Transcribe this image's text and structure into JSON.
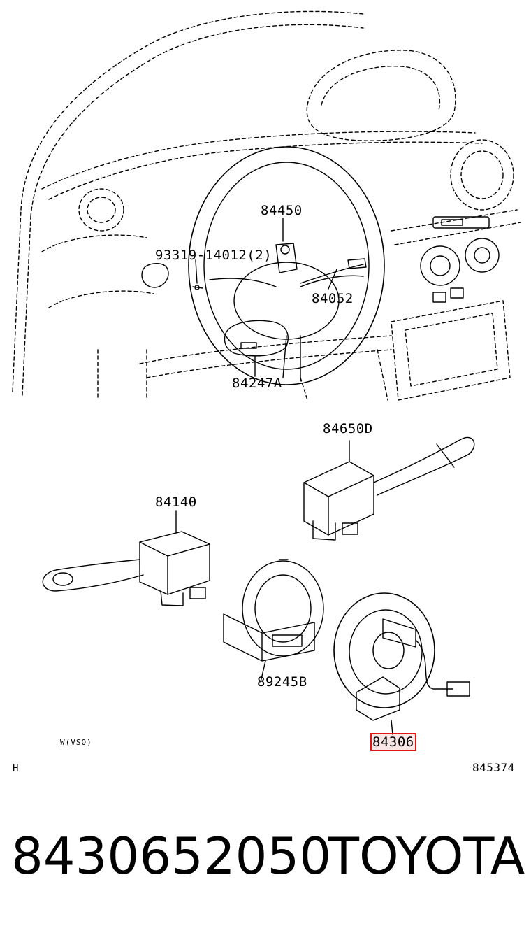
{
  "diagram": {
    "labels": {
      "p84450": "84450",
      "p93319": "93319-14012(2)",
      "p84052": "84052",
      "p84247A": "84247A",
      "p84650D": "84650D",
      "p84140": "84140",
      "p89245B": "89245B",
      "p84306": "84306",
      "wvso": "W(VSO)",
      "h_mark": "H",
      "ref_code": "845374"
    },
    "highlight_color": "#e01515"
  },
  "footer": {
    "part_number": "8430652050",
    "brand": "TOYOTA"
  }
}
